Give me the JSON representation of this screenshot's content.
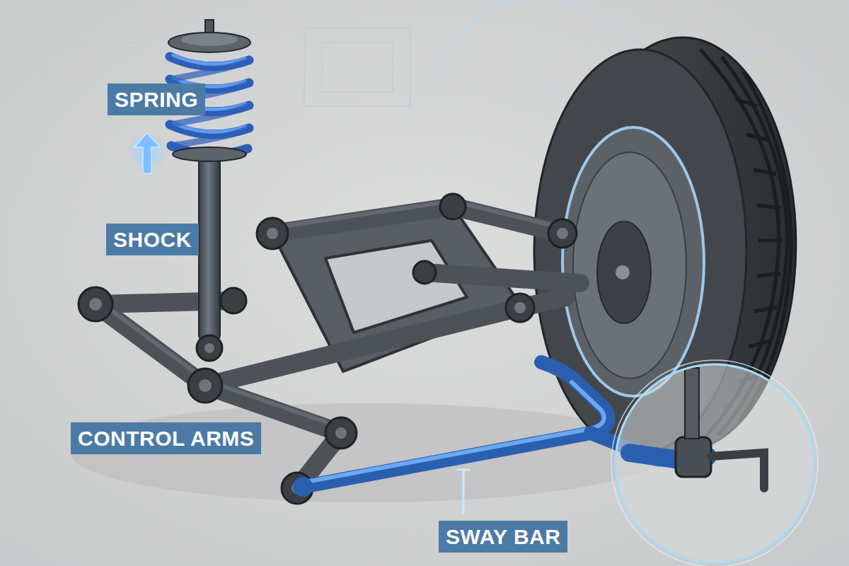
{
  "diagram": {
    "labels": [
      "SPRING",
      "SHOCK",
      "CONTROL ARMS",
      "SWAY BAR"
    ]
  }
}
